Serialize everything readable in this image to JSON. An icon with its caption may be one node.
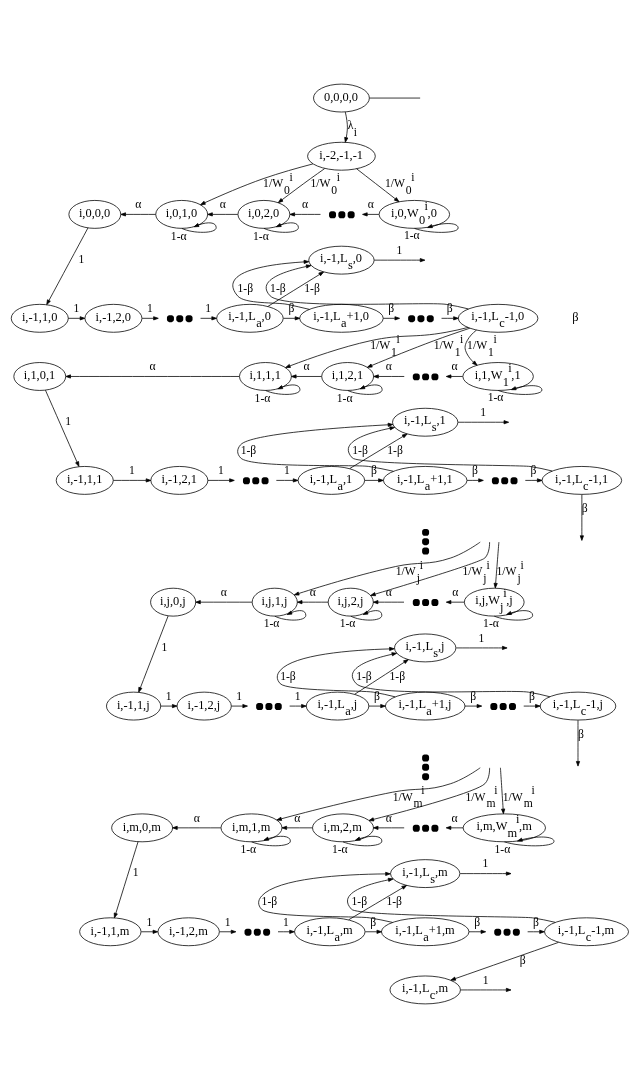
{
  "diagram": {
    "nodes": [
      {
        "text": [
          "0,0,0,0"
        ]
      },
      {
        "text": [
          "i,-2,-1,-1"
        ]
      },
      {
        "text": [
          "i,0,0,0"
        ]
      },
      {
        "text": [
          "i,0,1,0"
        ]
      },
      {
        "text": [
          "i,0,2,0"
        ]
      },
      {
        "text": [],
        "shape": "dots"
      },
      {
        "text": [
          "i,0,W$_{0}$$^{i}$,0"
        ]
      },
      {
        "text": [
          "i,-1,L$_{s}$,0"
        ]
      },
      {
        "text": [
          "i,-1,1,0"
        ]
      },
      {
        "text": [
          "i,-1,2,0"
        ]
      },
      {
        "text": [],
        "shape": "dots"
      },
      {
        "text": [
          "i,-1,L$_{a}$,0"
        ]
      },
      {
        "text": [
          "i,-1,L$_{a}$+1,0"
        ]
      },
      {
        "text": [],
        "shape": "dots"
      },
      {
        "text": [
          "i,-1,L$_{c}$-1,0"
        ]
      },
      {
        "text": [
          "i,1,0,1"
        ]
      },
      {
        "text": [
          "i,1,1,1"
        ]
      },
      {
        "text": [
          "i,1,2,1"
        ]
      },
      {
        "text": [],
        "shape": "dots"
      },
      {
        "text": [
          "i,1,W$_{1}$$^{i}$,1"
        ]
      },
      {
        "text": [
          "i,-1,L$_{s}$,1"
        ]
      },
      {
        "text": [
          "i,-1,1,1"
        ]
      },
      {
        "text": [
          "i,-1,2,1"
        ]
      },
      {
        "text": [],
        "shape": "dots"
      },
      {
        "text": [
          "i,-1,L$_{a}$,1"
        ]
      },
      {
        "text": [
          "i,-1,L$_{a}$+1,1"
        ]
      },
      {
        "text": [],
        "shape": "dots"
      },
      {
        "text": [
          "i,-1,L$_{c}$-1,1"
        ]
      },
      {
        "text": [],
        "shape": "vertical-dots"
      },
      {
        "text": [
          "i,j,0,j"
        ]
      },
      {
        "text": [
          "i,j,1,j"
        ]
      },
      {
        "text": [
          "i,j,2,j"
        ]
      },
      {
        "text": [],
        "shape": "dots"
      },
      {
        "text": [
          "i,j,W$_{j}$$^{i}$,j"
        ]
      },
      {
        "text": [
          "i,-1,L$_{s}$,j"
        ]
      },
      {
        "text": [
          "i,-1,1,j"
        ]
      },
      {
        "text": [
          "i,-1,2,j"
        ]
      },
      {
        "text": [],
        "shape": "dots"
      },
      {
        "text": [
          "i,-1,L$_{a}$,j"
        ]
      },
      {
        "text": [
          "i,-1,L$_{a}$+1,j"
        ]
      },
      {
        "text": [],
        "shape": "dots"
      },
      {
        "text": [
          "i,-1,L$_{c}$-1,j"
        ]
      },
      {
        "text": [],
        "shape": "vertical-dots"
      },
      {
        "text": [
          "i,m,0,m"
        ]
      },
      {
        "text": [
          "i,m,1,m"
        ]
      },
      {
        "text": [
          "i,m,2,m"
        ]
      },
      {
        "text": [],
        "shape": "dots"
      },
      {
        "text": [
          "i,m,W$_{m}$$^{i}$,m"
        ]
      },
      {
        "text": [
          "i,-1,L$_{s}$,m"
        ]
      },
      {
        "text": [
          "i,-1,1,m"
        ]
      },
      {
        "text": [
          "i,-1,2,m"
        ]
      },
      {
        "text": [],
        "shape": "dots"
      },
      {
        "text": [
          "i,-1,L$_{a}$,m"
        ]
      },
      {
        "text": [
          "i,-1,L$_{a}$+1,m"
        ]
      },
      {
        "text": [],
        "shape": "dots"
      },
      {
        "text": [
          "i,-1,L$_{c}$-1,m"
        ]
      },
      {
        "text": [
          "i,-1,L$_{c}$,m"
        ]
      }
    ],
    "edges": [
      {
        "from": 0,
        "to": null,
        "arrow": "none"
      },
      {
        "from": 0,
        "to": 1,
        "arrow": "to",
        "label": "λ$_{i}$"
      },
      {
        "from": 1,
        "to": 3,
        "arrow": "to",
        "label": "1/W$_{0}$$^{i}$"
      },
      {
        "from": 1,
        "to": 4,
        "arrow": "to",
        "label": "1/W$_{0}$$^{i}$"
      },
      {
        "from": 1,
        "to": 6,
        "arrow": "to",
        "label": "1/W$_{0}$$^{i}$"
      },
      {
        "from": 6,
        "to": 5,
        "arrow": "to",
        "label": "α"
      },
      {
        "from": 5,
        "to": 4,
        "arrow": "to",
        "label": "α"
      },
      {
        "from": 4,
        "to": 3,
        "arrow": "to",
        "label": "α"
      },
      {
        "from": 3,
        "to": 2,
        "arrow": "to",
        "label": "α"
      },
      {
        "from": 3,
        "to": 3,
        "arrow": "to",
        "label": "1-α"
      },
      {
        "from": 4,
        "to": 4,
        "arrow": "to",
        "label": "1-α"
      },
      {
        "from": 6,
        "to": 6,
        "arrow": "to",
        "label": "1-α"
      },
      {
        "from": 2,
        "to": 8,
        "arrow": "to",
        "label": "1"
      },
      {
        "from": 8,
        "to": 9,
        "arrow": "to",
        "label": "1"
      },
      {
        "from": 9,
        "to": 10,
        "arrow": "to",
        "label": "1"
      },
      {
        "from": 10,
        "to": 11,
        "arrow": "to",
        "label": "1"
      },
      {
        "from": 11,
        "to": 12,
        "arrow": "to",
        "label": "β"
      },
      {
        "from": 12,
        "to": 13,
        "arrow": "to",
        "label": "β"
      },
      {
        "from": 13,
        "to": 14,
        "arrow": "to",
        "label": "β"
      },
      {
        "from": 11,
        "to": 7,
        "arrow": "to",
        "label": "1-β"
      },
      {
        "from": 12,
        "to": 7,
        "arrow": "to",
        "label": "1-β"
      },
      {
        "from": 14,
        "to": 7,
        "arrow": "to",
        "label": "1-β"
      },
      {
        "from": 7,
        "to": null,
        "arrow": "to",
        "label": "1"
      },
      {
        "from": 14,
        "to": 16,
        "arrow": "to",
        "label": "1/W$_{1}$$^{i}$"
      },
      {
        "from": 14,
        "to": 17,
        "arrow": "to",
        "label": "1/W$_{1}$$^{i}$"
      },
      {
        "from": 14,
        "to": 19,
        "arrow": "to",
        "label": "1/W$_{1}$$^{i}$"
      },
      {
        "from": 19,
        "to": 18,
        "arrow": "to",
        "label": "α"
      },
      {
        "from": 18,
        "to": 17,
        "arrow": "to",
        "label": "α"
      },
      {
        "from": 17,
        "to": 16,
        "arrow": "to",
        "label": "α"
      },
      {
        "from": 16,
        "to": 15,
        "arrow": "to",
        "label": "α"
      },
      {
        "from": 16,
        "to": 16,
        "arrow": "to",
        "label": "1-α"
      },
      {
        "from": 17,
        "to": 17,
        "arrow": "to",
        "label": "1-α"
      },
      {
        "from": 19,
        "to": 19,
        "arrow": "to",
        "label": "1-α"
      },
      {
        "from": 15,
        "to": 21,
        "arrow": "to",
        "label": "1"
      },
      {
        "from": 21,
        "to": 22,
        "arrow": "to",
        "label": "1"
      },
      {
        "from": 22,
        "to": 23,
        "arrow": "to",
        "label": "1"
      },
      {
        "from": 23,
        "to": 24,
        "arrow": "to",
        "label": "1"
      },
      {
        "from": 24,
        "to": 25,
        "arrow": "to",
        "label": "β"
      },
      {
        "from": 25,
        "to": 26,
        "arrow": "to",
        "label": "β"
      },
      {
        "from": 26,
        "to": 27,
        "arrow": "to",
        "label": "β"
      },
      {
        "from": 24,
        "to": 20,
        "arrow": "to",
        "label": "1-β"
      },
      {
        "from": 25,
        "to": 20,
        "arrow": "to",
        "label": "1-β"
      },
      {
        "from": 27,
        "to": 20,
        "arrow": "to",
        "label": "1-β"
      },
      {
        "from": 20,
        "to": null,
        "arrow": "to",
        "label": "1"
      },
      {
        "from": 27,
        "to": null,
        "arrow": "to",
        "label": "β"
      },
      {
        "from": null,
        "to": 30,
        "arrow": "to",
        "label": "1/W$_{j}$$^{i}$"
      },
      {
        "from": null,
        "to": 31,
        "arrow": "to",
        "label": "1/W$_{j}$$^{i}$"
      },
      {
        "from": null,
        "to": 33,
        "arrow": "to",
        "label": "1/W$_{j}$$^{i}$"
      },
      {
        "from": 33,
        "to": 32,
        "arrow": "to",
        "label": "α"
      },
      {
        "from": 32,
        "to": 31,
        "arrow": "to",
        "label": "α"
      },
      {
        "from": 31,
        "to": 30,
        "arrow": "to",
        "label": "α"
      },
      {
        "from": 30,
        "to": 29,
        "arrow": "to",
        "label": "α"
      },
      {
        "from": 30,
        "to": 30,
        "arrow": "to",
        "label": "1-α"
      },
      {
        "from": 31,
        "to": 31,
        "arrow": "to",
        "label": "1-α"
      },
      {
        "from": 33,
        "to": 33,
        "arrow": "to",
        "label": "1-α"
      },
      {
        "from": 29,
        "to": 35,
        "arrow": "to",
        "label": "1"
      },
      {
        "from": 35,
        "to": 36,
        "arrow": "to",
        "label": "1"
      },
      {
        "from": 36,
        "to": 37,
        "arrow": "to",
        "label": "1"
      },
      {
        "from": 37,
        "to": 38,
        "arrow": "to",
        "label": "1"
      },
      {
        "from": 38,
        "to": 39,
        "arrow": "to",
        "label": "β"
      },
      {
        "from": 39,
        "to": 40,
        "arrow": "to",
        "label": "β"
      },
      {
        "from": 40,
        "to": 41,
        "arrow": "to",
        "label": "β"
      },
      {
        "from": 38,
        "to": 34,
        "arrow": "to",
        "label": "1-β"
      },
      {
        "from": 39,
        "to": 34,
        "arrow": "to",
        "label": "1-β"
      },
      {
        "from": 41,
        "to": 34,
        "arrow": "to",
        "label": "1-β"
      },
      {
        "from": 34,
        "to": null,
        "arrow": "to",
        "label": "1"
      },
      {
        "from": 41,
        "to": null,
        "arrow": "to",
        "label": "β"
      },
      {
        "from": null,
        "to": 44,
        "arrow": "to",
        "label": "1/W$_{m}$$^{i}$"
      },
      {
        "from": null,
        "to": 45,
        "arrow": "to",
        "label": "1/W$_{m}$$^{i}$"
      },
      {
        "from": null,
        "to": 47,
        "arrow": "to",
        "label": "1/W$_{m}$$^{i}$"
      },
      {
        "from": 47,
        "to": 46,
        "arrow": "to",
        "label": "α"
      },
      {
        "from": 46,
        "to": 45,
        "arrow": "to",
        "label": "α"
      },
      {
        "from": 45,
        "to": 44,
        "arrow": "to",
        "label": "α"
      },
      {
        "from": 44,
        "to": 43,
        "arrow": "to",
        "label": "α"
      },
      {
        "from": 44,
        "to": 44,
        "arrow": "to",
        "label": "1-α"
      },
      {
        "from": 45,
        "to": 45,
        "arrow": "to",
        "label": "1-α"
      },
      {
        "from": 47,
        "to": 47,
        "arrow": "to",
        "label": "1-α"
      },
      {
        "from": 43,
        "to": 49,
        "arrow": "to",
        "label": "1"
      },
      {
        "from": 49,
        "to": 50,
        "arrow": "to",
        "label": "1"
      },
      {
        "from": 50,
        "to": 51,
        "arrow": "to",
        "label": "1"
      },
      {
        "from": 51,
        "to": 52,
        "arrow": "to",
        "label": "1"
      },
      {
        "from": 52,
        "to": 53,
        "arrow": "to",
        "label": "β"
      },
      {
        "from": 53,
        "to": 54,
        "arrow": "to",
        "label": "β"
      },
      {
        "from": 54,
        "to": 55,
        "arrow": "to",
        "label": "β"
      },
      {
        "from": 52,
        "to": 48,
        "arrow": "to",
        "label": "1-β"
      },
      {
        "from": 53,
        "to": 48,
        "arrow": "to",
        "label": "1-β"
      },
      {
        "from": 55,
        "to": 48,
        "arrow": "to",
        "label": "1-β"
      },
      {
        "from": 48,
        "to": null,
        "arrow": "to",
        "label": "1"
      },
      {
        "from": 55,
        "to": 56,
        "arrow": "to",
        "label": "β"
      },
      {
        "from": 56,
        "to": null,
        "arrow": "to",
        "label": "1"
      }
    ],
    "labels": [
      "β"
    ]
  }
}
